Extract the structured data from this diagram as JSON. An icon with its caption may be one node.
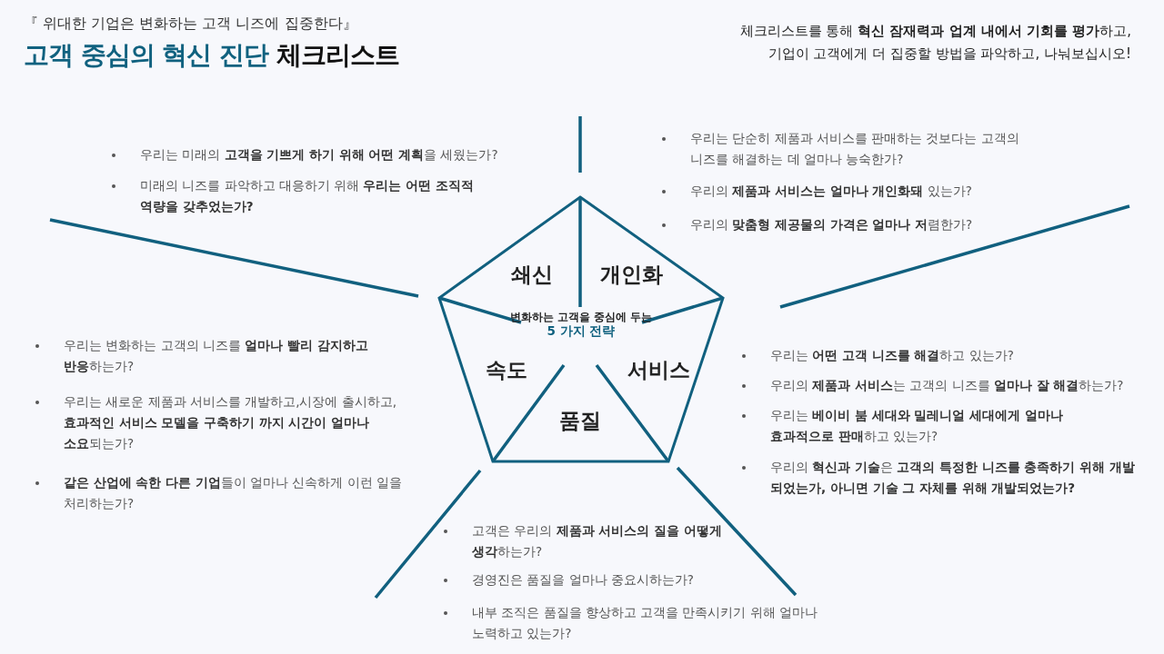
{
  "diagram": {
    "title": "고객 중심의 혁신 진단 **체크리스트**",
    "nodes": [
      {
        "text": [
          "변화하는 고객을 중심에 두는 **5 가지 전략**"
        ]
      },
      {
        "text": [
          "쇄신"
        ],
        "in": 0
      },
      {
        "text": [
          "개인화"
        ],
        "in": 0
      },
      {
        "text": [
          "서비스"
        ],
        "in": 0
      },
      {
        "text": [
          "품질"
        ],
        "in": 0
      },
      {
        "text": [
          "속도"
        ],
        "in": 0
      }
    ],
    "labels": [
      "『 위대한 기업은 변화하는 고객 니즈에 집중한다』",
      "체크리스트를 통해 **혁신 잠재력과 업계 내에서 기회를 평가**하고, 기업이 고객에게 더 집중할 방법을 파악하고, 나눠보십시오!",
      "우리는 미래의 **고객을 기쁘게 하기 위해 어떤 계획**을 세웠는가?",
      "미래의 니즈를 파악하고 대응하기 위해 **우리는 어떤 조직적 역량을 갖추었는가?**",
      "우리는 단순히 제품과 서비스를 판매하는 것보다는 고객의 니즈를 해결하는 데 얼마나 능숙한가?",
      "우리의 **제품과 서비스는 얼마나 개인화돼** 있는가?",
      "우리의 **맞춤형 제공물의 가격은 얼마나 저**렴한가?",
      "우리는 변화하는 고객의 니즈를 **얼마나 빨리 감지하고 반응**하는가?",
      "우리는 새로운 제품과 서비스를 개발하고,시장에 출시하고, **효과적인 서비스 모델을 구축하기 까지 시간이 얼마나 소요**되는가?",
      "**같은 산업에 속한 다른 기업**들이 얼마나 신속하게 이런 일을 처리하는가?",
      "우리는 **어떤 고객 니즈를 해결**하고 있는가?",
      "우리의 **제품과 서비스**는 고객의 니즈를 **얼마나 잘 해결**하는가?",
      "우리는 **베이비 붐 세대와 밀레니얼 세대에게 얼마나 효과적으로 판매**하고 있는가?",
      "우리의 **혁신과 기술**은 **고객의 특정한 니즈를 충족하기 위해 개발 되었는가, 아니면 기술 그 자체를 위해 개발되었는가?**",
      "고객은 우리의 **제품과 서비스의 질을 어떻게 생각**하는가?",
      "경영진은 품질을 얼마나 중요시하는가?",
      "내부 조직은 품질을 향상하고 고객을 만족시키기 위해 얼마나 노력하고 있는가?"
    ]
  }
}
